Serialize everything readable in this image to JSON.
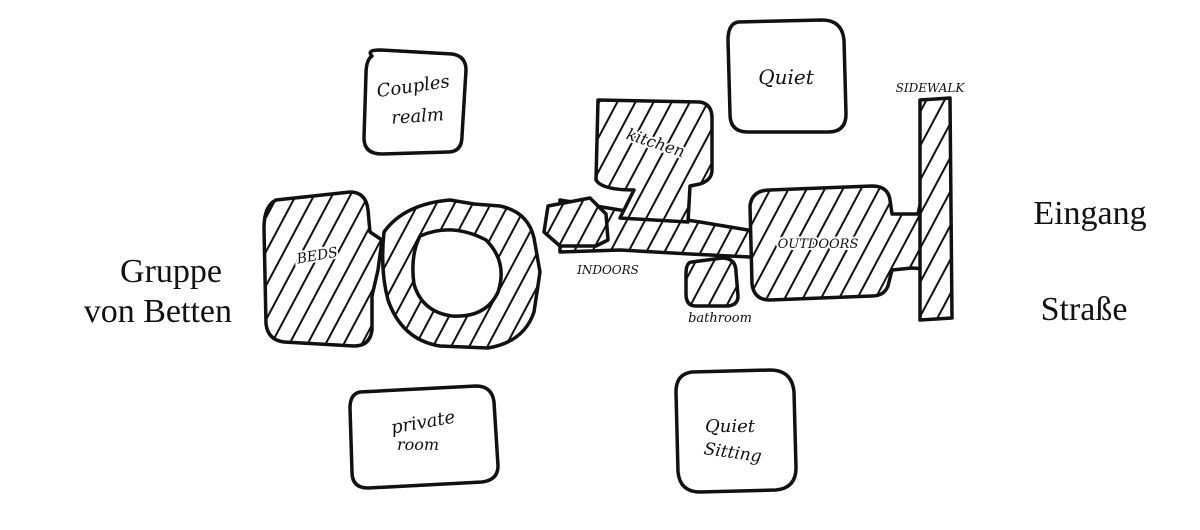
{
  "labels": {
    "left_line1": "Gruppe",
    "left_line2": "von Betten",
    "right_top": "Eingang",
    "right_bottom": "Straße"
  },
  "rooms": {
    "couples_realm_line1": "Couples",
    "couples_realm_line2": "realm",
    "quiet": "Quiet",
    "kitchen": "kitchen",
    "sidewalk": "SIDEWALK",
    "beds": "BEDS",
    "indoors": "INDOORS",
    "outdoors": "OUTDOORS",
    "bathroom": "bathroom",
    "private_room_line1": "private",
    "private_room_line2": "room",
    "quiet_sitting_line1": "Quiet",
    "quiet_sitting_line2": "Sitting"
  }
}
